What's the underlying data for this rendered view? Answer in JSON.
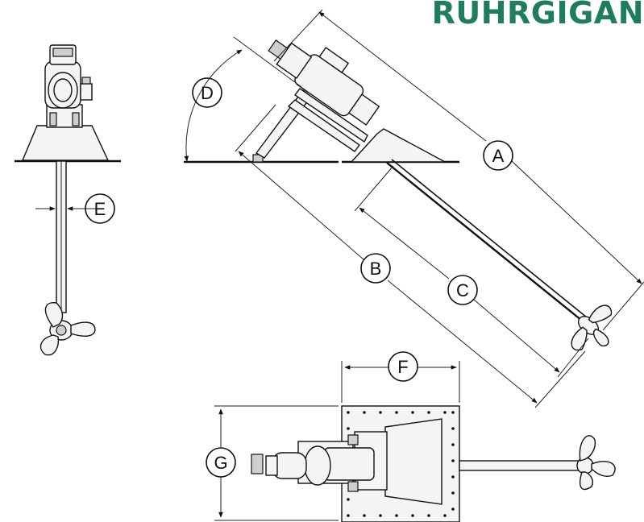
{
  "brand": {
    "text": "RUHRGIGAN",
    "color": "#1e7d5a"
  },
  "dimensions": {
    "A": "A",
    "B": "B",
    "C": "C",
    "D": "D",
    "E": "E",
    "F": "F",
    "G": "G"
  },
  "colors": {
    "line": "#111111",
    "fill": "#f4f4f4"
  }
}
